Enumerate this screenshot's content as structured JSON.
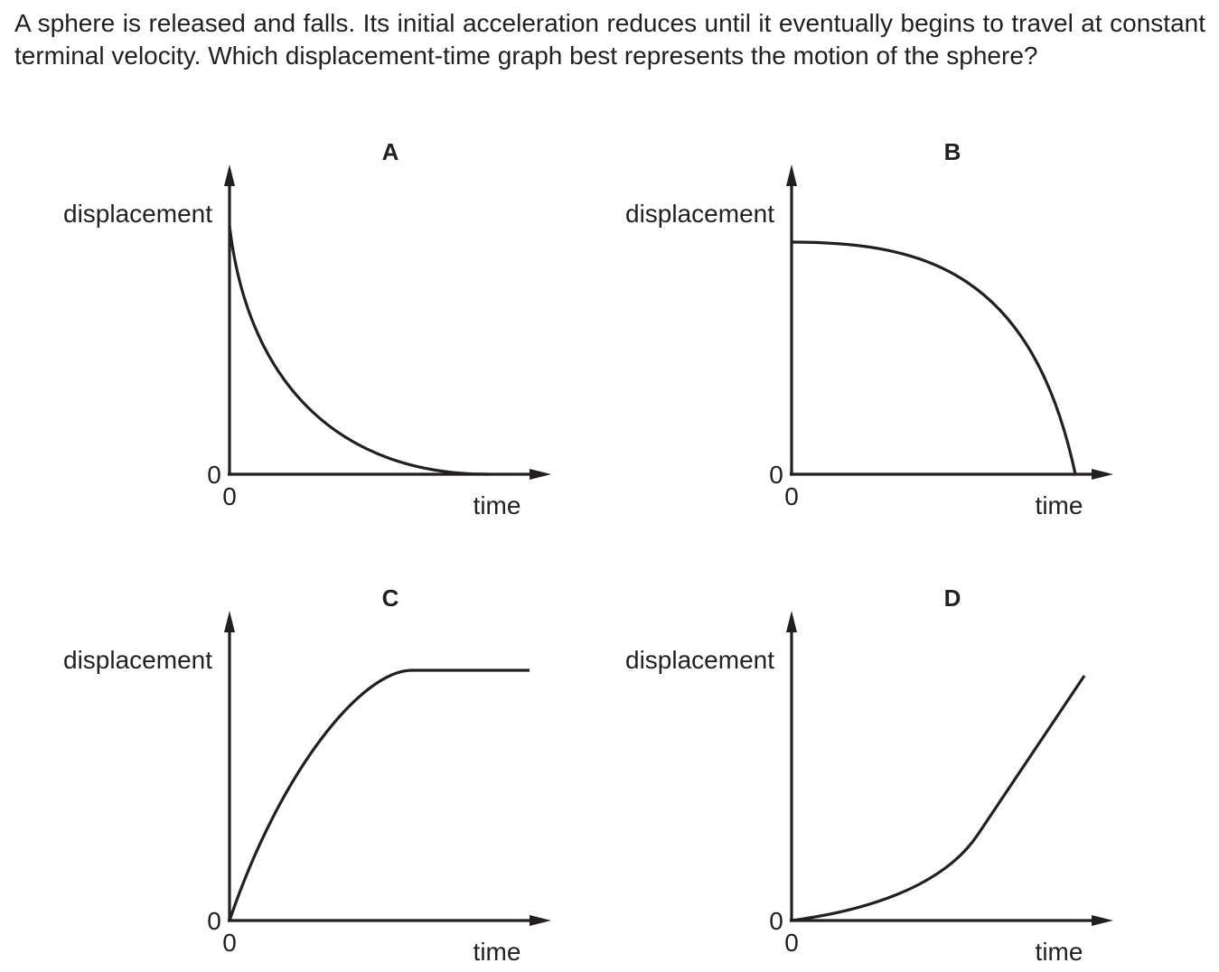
{
  "question": {
    "text": "A sphere is released and falls. Its initial acceleration reduces until it eventually begins to travel at constant terminal velocity. Which displacement-time graph best represents the motion of the sphere?"
  },
  "options": [
    {
      "letter": "A",
      "y_axis_label": "displacement",
      "x_axis_label": "time",
      "y_origin_label": "0",
      "x_origin_label": "0",
      "curve_shape": "exponential decay from a maximum at t=0 down to zero"
    },
    {
      "letter": "B",
      "y_axis_label": "displacement",
      "x_axis_label": "time",
      "y_origin_label": "0",
      "x_origin_label": "0",
      "curve_shape": "starts high and flat, then falls increasingly steeply to zero"
    },
    {
      "letter": "C",
      "y_axis_label": "displacement",
      "x_axis_label": "time",
      "y_origin_label": "0",
      "x_origin_label": "0",
      "curve_shape": "rises from origin with decreasing gradient, then constant (horizontal)"
    },
    {
      "letter": "D",
      "y_axis_label": "displacement",
      "x_axis_label": "time",
      "y_origin_label": "0",
      "x_origin_label": "0",
      "curve_shape": "rises from origin with increasing gradient, then straight line of constant gradient"
    }
  ]
}
